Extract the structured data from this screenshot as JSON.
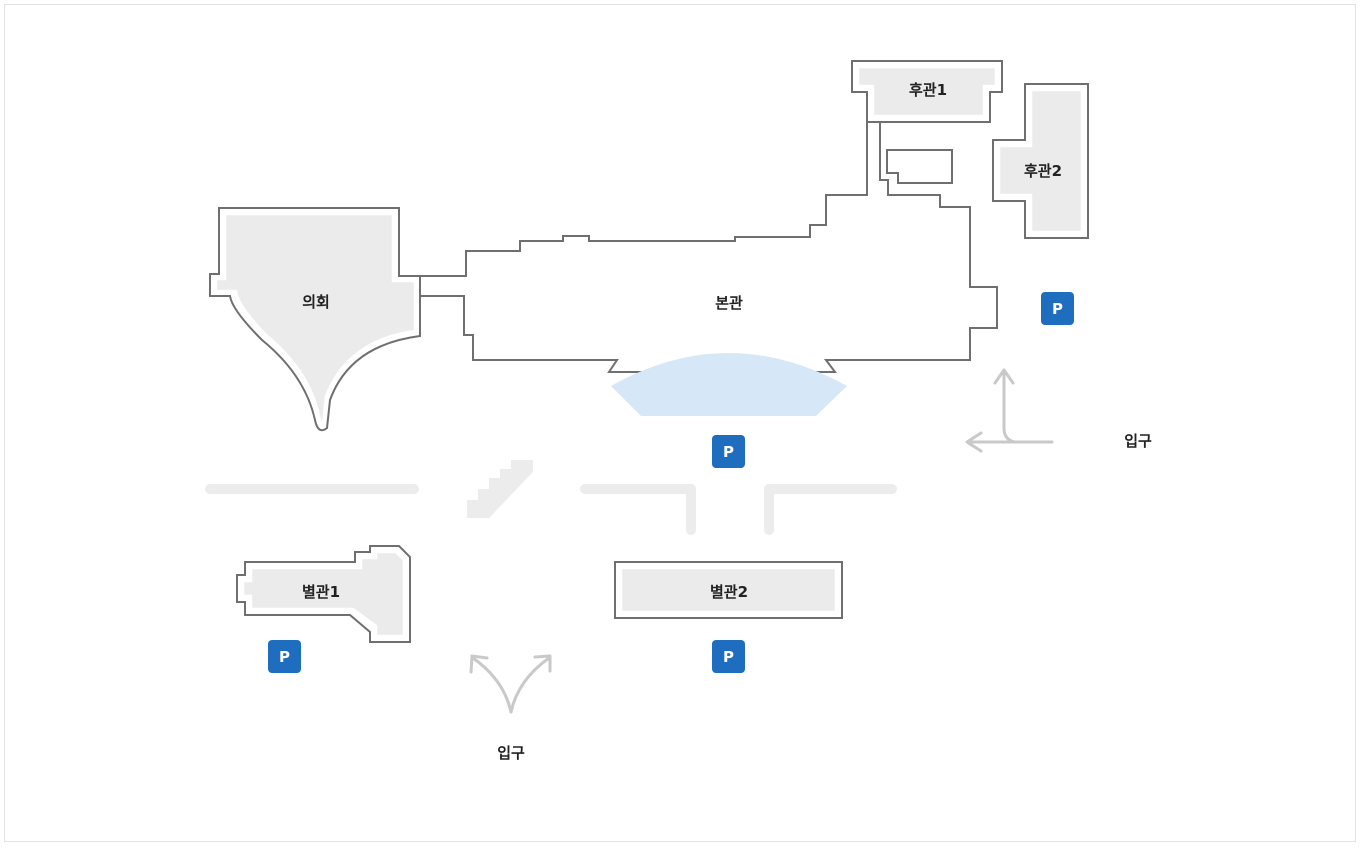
{
  "buildings": {
    "main": "본관",
    "council": "의회",
    "rear1": "후관1",
    "rear2": "후관2",
    "annex1": "별관1",
    "annex2": "별관2"
  },
  "entrances": {
    "east": "입구",
    "south": "입구"
  },
  "parking": {
    "label": "P",
    "color": "#1f6dbf"
  },
  "icons": {
    "parking": "parking-icon",
    "entrance_arrow": "arrow-icon",
    "stairs": "stairs-icon"
  },
  "colors": {
    "building_fill": "#ebebeb",
    "building_outline": "#6f6f6f",
    "plaza": "#d6e8f8",
    "road": "#ececec",
    "arrow": "#c9c9c9"
  }
}
